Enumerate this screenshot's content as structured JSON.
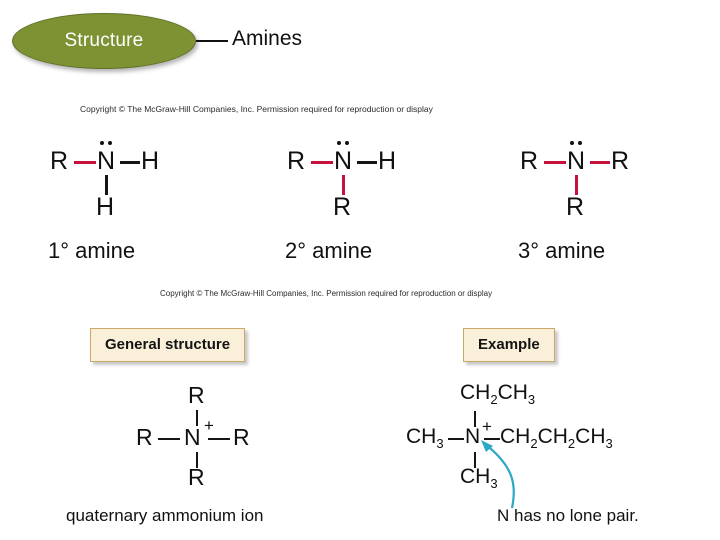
{
  "slide": {
    "title_badge": "Structure",
    "title_text": "Amines",
    "badge_color": "#7d9233",
    "bond_highlight_color": "#c8103c",
    "annotation_color": "#2aa8c4"
  },
  "copyright": {
    "line_1": "Copyright © The McGraw-Hill Companies, Inc. Permission required for reproduction or display",
    "line_2": "Copyright © The McGraw-Hill Companies, Inc. Permission required for reproduction or display"
  },
  "amine_classes": [
    {
      "caption": "1° amine",
      "left_group": "R",
      "center_atom": "N",
      "right_group": "H",
      "bottom_group": "H",
      "lone_pair": true
    },
    {
      "caption": "2° amine",
      "left_group": "R",
      "center_atom": "N",
      "right_group": "H",
      "bottom_group": "R",
      "lone_pair": true
    },
    {
      "caption": "3° amine",
      "left_group": "R",
      "center_atom": "N",
      "right_group": "R",
      "bottom_group": "R",
      "lone_pair": true
    }
  ],
  "panels": {
    "general_label": "General structure",
    "example_label": "Example"
  },
  "quaternary": {
    "top_group": "R",
    "left_group": "R",
    "center_atom": "N",
    "charge": "+",
    "right_group": "R",
    "bottom_group": "R",
    "caption": "quaternary ammonium ion"
  },
  "example": {
    "top_group": "CH",
    "top_group_sub1": "2",
    "top_group_mid": "CH",
    "top_group_sub2": "3",
    "left_group": "CH",
    "left_group_sub": "3",
    "center_atom": "N",
    "charge": "+",
    "right_group_a": "CH",
    "right_sub_a": "2",
    "right_group_b": "CH",
    "right_sub_b": "2",
    "right_group_c": "CH",
    "right_sub_c": "3",
    "bottom_group": "CH",
    "bottom_group_sub": "3",
    "annotation": "N has no lone pair."
  }
}
